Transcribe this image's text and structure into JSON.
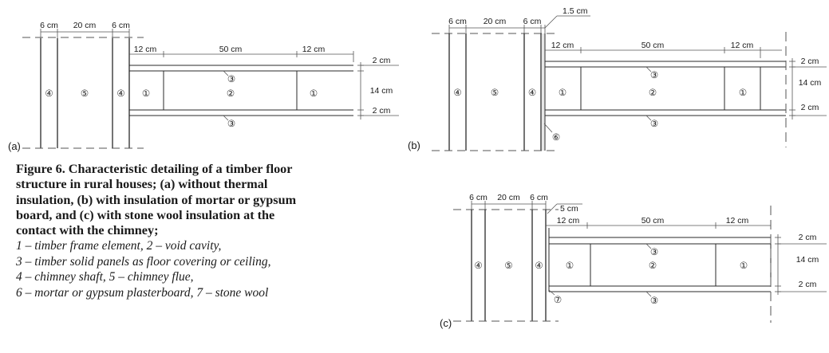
{
  "caption": {
    "title": "Figure 6. Characteristic detailing of a timber floor structure in rural houses; (a) without thermal insulation, (b) with insulation of mortar or gypsum board, and (c) with stone wool insulation at the contact with the chimney;",
    "legend": [
      "1 – timber frame element, 2 –  void cavity,",
      "3 – timber solid panels as floor covering or ceiling,",
      "4 – chimney shaft, 5 – chimney flue,",
      "6 – mortar or gypsum plasterboard, 7 – stone wool"
    ]
  },
  "panels": {
    "a": {
      "label": "(a)",
      "chimney_dims": [
        "6 cm",
        "20 cm",
        "6 cm"
      ],
      "floor_dims": [
        "12 cm",
        "50 cm",
        "12 cm"
      ],
      "layer_dims": [
        "2 cm",
        "14 cm",
        "2 cm"
      ],
      "markers": [
        "④",
        "⑤",
        "④",
        "①",
        "②",
        "①",
        "③",
        "③"
      ]
    },
    "b": {
      "label": "(b)",
      "chimney_dims": [
        "6 cm",
        "20 cm",
        "6 cm"
      ],
      "gap_dim": "1.5 cm",
      "floor_dims": [
        "12 cm",
        "50 cm",
        "12 cm"
      ],
      "layer_dims": [
        "2 cm",
        "14 cm",
        "2 cm"
      ],
      "markers": [
        "④",
        "⑤",
        "④",
        "①",
        "②",
        "①",
        "③",
        "③",
        "⑥"
      ]
    },
    "c": {
      "label": "(c)",
      "chimney_dims": [
        "6 cm",
        "20 cm",
        "6 cm"
      ],
      "gap_dim": "5 cm",
      "floor_dims": [
        "12 cm",
        "50 cm",
        "12 cm"
      ],
      "layer_dims": [
        "2 cm",
        "14 cm",
        "2 cm"
      ],
      "markers": [
        "④",
        "⑤",
        "④",
        "①",
        "②",
        "①",
        "③",
        "③",
        "⑦"
      ]
    }
  }
}
